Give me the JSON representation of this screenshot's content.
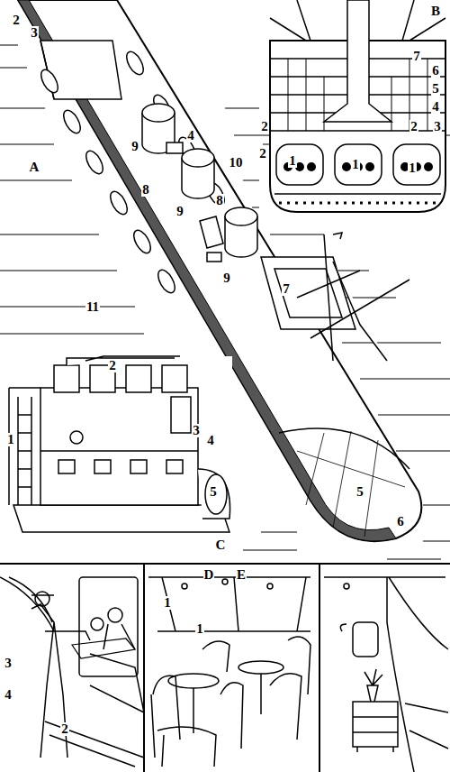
{
  "diagram": {
    "labels": [
      "2",
      "3",
      "B",
      "7",
      "6",
      "5",
      "4",
      "3",
      "2",
      "2",
      "2",
      "1",
      "1",
      "1",
      "A",
      "4",
      "9",
      "10",
      "8",
      "8",
      "9",
      "9",
      "11",
      "7",
      "5",
      "6",
      "2",
      "1",
      "3",
      "4",
      "5",
      "C",
      "D",
      "1",
      "1",
      "3",
      "4",
      "2",
      "E"
    ]
  }
}
